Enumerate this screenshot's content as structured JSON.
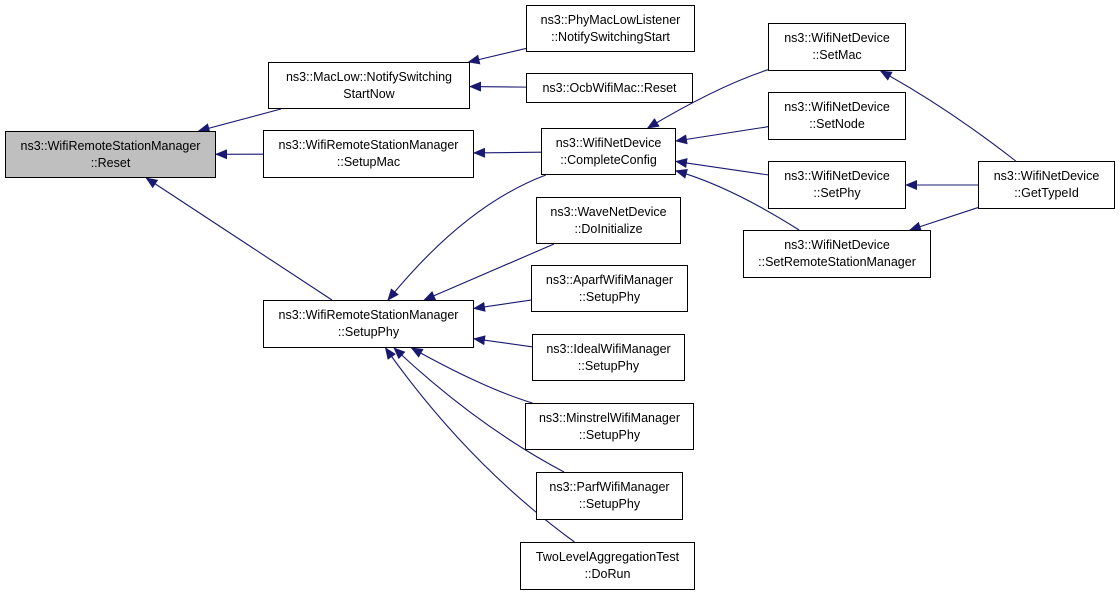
{
  "colors": {
    "edge": "#191970",
    "root_fill": "#bfbfbf",
    "node_fill": "#ffffff",
    "border": "#000000"
  },
  "nodes": {
    "reset": {
      "line1": "ns3::WifiRemoteStationManager",
      "line2": "::Reset"
    },
    "notify_switching": {
      "line1": "ns3::MacLow::NotifySwitching",
      "line2": "StartNow"
    },
    "setup_mac": {
      "line1": "ns3::WifiRemoteStationManager",
      "line2": "::SetupMac"
    },
    "setup_phy": {
      "line1": "ns3::WifiRemoteStationManager",
      "line2": "::SetupPhy"
    },
    "phymac_notify": {
      "line1": "ns3::PhyMacLowListener",
      "line2": "::NotifySwitchingStart"
    },
    "ocb_reset": {
      "line1": "ns3::OcbWifiMac::Reset"
    },
    "complete_config": {
      "line1": "ns3::WifiNetDevice",
      "line2": "::CompleteConfig"
    },
    "wave_doinit": {
      "line1": "ns3::WaveNetDevice",
      "line2": "::DoInitialize"
    },
    "aparf_setup": {
      "line1": "ns3::AparfWifiManager",
      "line2": "::SetupPhy"
    },
    "ideal_setup": {
      "line1": "ns3::IdealWifiManager",
      "line2": "::SetupPhy"
    },
    "minstrel_setup": {
      "line1": "ns3::MinstrelWifiManager",
      "line2": "::SetupPhy"
    },
    "parf_setup": {
      "line1": "ns3::ParfWifiManager",
      "line2": "::SetupPhy"
    },
    "twolevel_run": {
      "line1": "TwoLevelAggregationTest",
      "line2": "::DoRun"
    },
    "set_mac": {
      "line1": "ns3::WifiNetDevice",
      "line2": "::SetMac"
    },
    "set_node": {
      "line1": "ns3::WifiNetDevice",
      "line2": "::SetNode"
    },
    "set_phy": {
      "line1": "ns3::WifiNetDevice",
      "line2": "::SetPhy"
    },
    "set_rsm": {
      "line1": "ns3::WifiNetDevice",
      "line2": "::SetRemoteStationManager"
    },
    "get_typeid": {
      "line1": "ns3::WifiNetDevice",
      "line2": "::GetTypeId"
    }
  },
  "edges": [
    [
      "notify_switching",
      "reset"
    ],
    [
      "setup_mac",
      "reset"
    ],
    [
      "setup_phy",
      "reset"
    ],
    [
      "phymac_notify",
      "notify_switching"
    ],
    [
      "ocb_reset",
      "notify_switching"
    ],
    [
      "complete_config",
      "setup_mac"
    ],
    [
      "complete_config",
      "setup_phy"
    ],
    [
      "wave_doinit",
      "setup_phy"
    ],
    [
      "aparf_setup",
      "setup_phy"
    ],
    [
      "ideal_setup",
      "setup_phy"
    ],
    [
      "minstrel_setup",
      "setup_phy"
    ],
    [
      "parf_setup",
      "setup_phy"
    ],
    [
      "twolevel_run",
      "setup_phy"
    ],
    [
      "set_mac",
      "complete_config"
    ],
    [
      "set_node",
      "complete_config"
    ],
    [
      "set_phy",
      "complete_config"
    ],
    [
      "set_rsm",
      "complete_config"
    ],
    [
      "get_typeid",
      "set_mac"
    ],
    [
      "get_typeid",
      "set_phy"
    ],
    [
      "get_typeid",
      "set_rsm"
    ]
  ]
}
